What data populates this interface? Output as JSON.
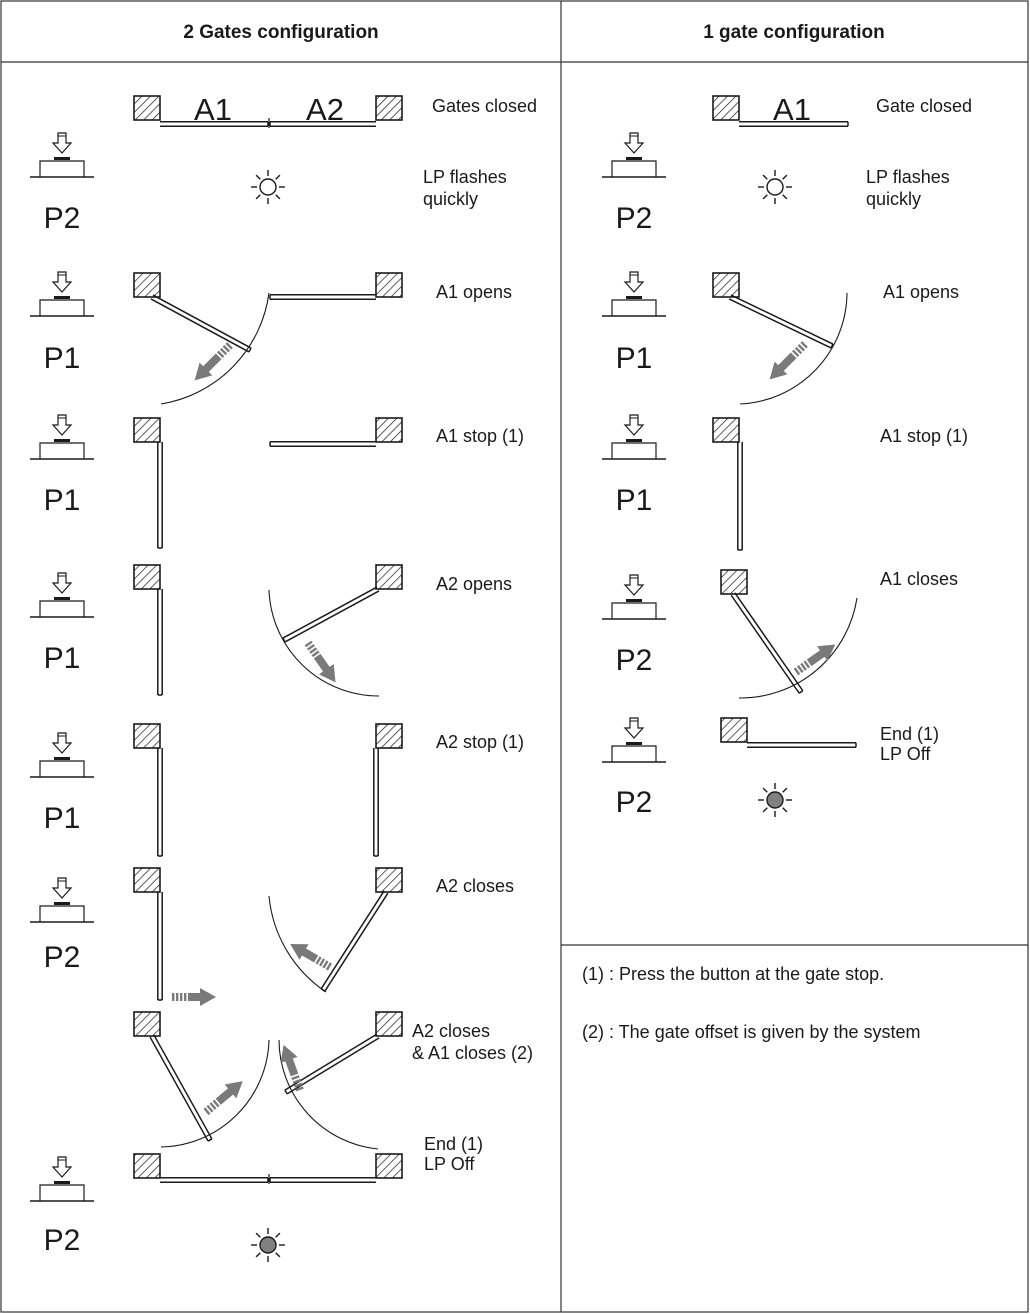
{
  "headers": {
    "left": "2 Gates configuration",
    "right": "1 gate configuration"
  },
  "gate_labels": {
    "a1": "A1",
    "a2": "A2"
  },
  "left_steps": [
    {
      "button": "",
      "status": [
        "Gates closed"
      ]
    },
    {
      "button": "P2",
      "status": [
        "LP flashes",
        "quickly"
      ]
    },
    {
      "button": "P1",
      "status": [
        "A1 opens"
      ]
    },
    {
      "button": "P1",
      "status": [
        "A1 stop (1)"
      ]
    },
    {
      "button": "P1",
      "status": [
        "A2 opens"
      ]
    },
    {
      "button": "P1",
      "status": [
        "A2 stop (1)"
      ]
    },
    {
      "button": "P2",
      "status": [
        "A2 closes"
      ]
    },
    {
      "button": "",
      "status": [
        "A2 closes",
        "& A1 closes (2)"
      ]
    },
    {
      "button": "P2",
      "status": [
        "End (1)",
        "LP Off"
      ]
    }
  ],
  "right_steps": [
    {
      "button": "",
      "status": [
        "Gate closed"
      ]
    },
    {
      "button": "P2",
      "status": [
        "LP flashes",
        "quickly"
      ]
    },
    {
      "button": "P1",
      "status": [
        "A1 opens"
      ]
    },
    {
      "button": "P1",
      "status": [
        "A1 stop (1)"
      ]
    },
    {
      "button": "P2",
      "status": [
        "A1 closes"
      ]
    },
    {
      "button": "P2",
      "status": [
        "End (1)",
        "LP Off"
      ]
    }
  ],
  "notes": [
    "(1) : Press the button at the gate stop.",
    "(2) : The gate offset is given by the system"
  ],
  "colors": {
    "line": "#1a1a1a",
    "arrow_fill": "#7a7a7a",
    "lamp_off_fill": "#808080"
  }
}
